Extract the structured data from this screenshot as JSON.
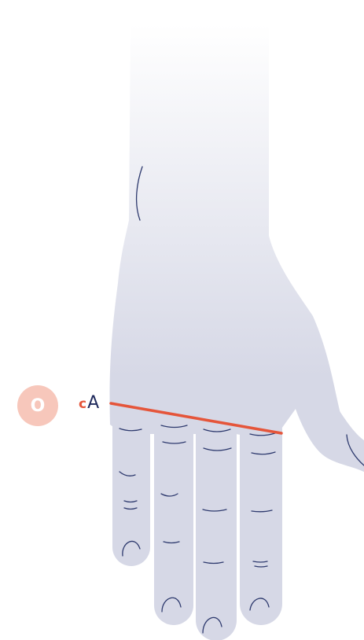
{
  "colors": {
    "skin": "#d6d8e6",
    "skin_fade": "#ffffff",
    "crease_stroke": "#2e3a6e",
    "measure_line": "#e5553a",
    "badge_fill": "#f7c7bb",
    "label_text": "#1f2a5c"
  },
  "marker": {
    "text": "O"
  },
  "measurement": {
    "prefix": "c",
    "label": "A"
  }
}
